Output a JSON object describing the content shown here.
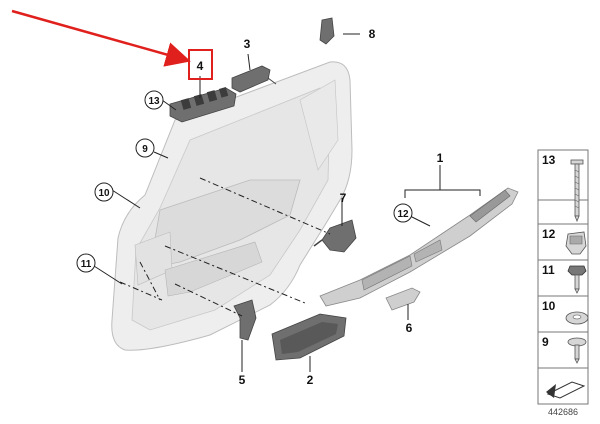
{
  "annotation": {
    "highlight_color": "#e0201c",
    "highlighted_callout": "4"
  },
  "callouts": {
    "c1": "1",
    "c2": "2",
    "c3": "3",
    "c4": "4",
    "c5": "5",
    "c6": "6",
    "c7": "7",
    "c8": "8",
    "c9": "9",
    "c10": "10",
    "c11": "11",
    "c12": "12",
    "c13": "13"
  },
  "legend": {
    "items": [
      {
        "number": "13",
        "icon": "screw-long-icon"
      },
      {
        "number": "12",
        "icon": "clip-nut-icon"
      },
      {
        "number": "11",
        "icon": "hex-screw-icon"
      },
      {
        "number": "10",
        "icon": "washer-ring-icon"
      },
      {
        "number": "9",
        "icon": "pan-screw-icon"
      }
    ],
    "footer_icon": "arrow-pointer-icon"
  },
  "diagram_id": "442686"
}
